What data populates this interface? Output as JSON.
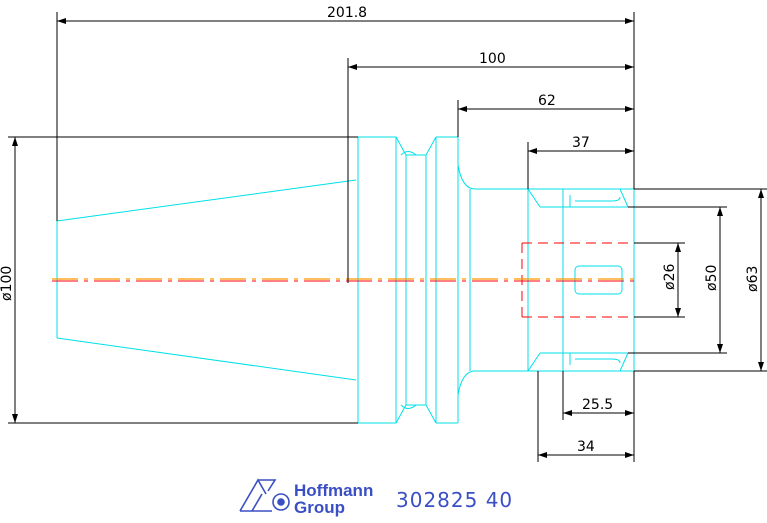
{
  "drawing": {
    "dimensions": {
      "overall_length": "201.8",
      "length_100": "100",
      "length_62": "62",
      "length_37": "37",
      "length_25_5": "25.5",
      "length_34": "34",
      "diameter_100": "ø100",
      "diameter_26": "ø26",
      "diameter_50": "ø50",
      "diameter_63": "ø63"
    },
    "colors": {
      "outline": "#00ffff",
      "dimension": "#000000",
      "centerline_orange": "#ff9900",
      "hidden_red": "#ff0000",
      "brand_blue": "#3b4fc4"
    }
  },
  "footer": {
    "brand_line1": "Hoffmann",
    "brand_line2": "Group",
    "part_code": "302825  40"
  }
}
